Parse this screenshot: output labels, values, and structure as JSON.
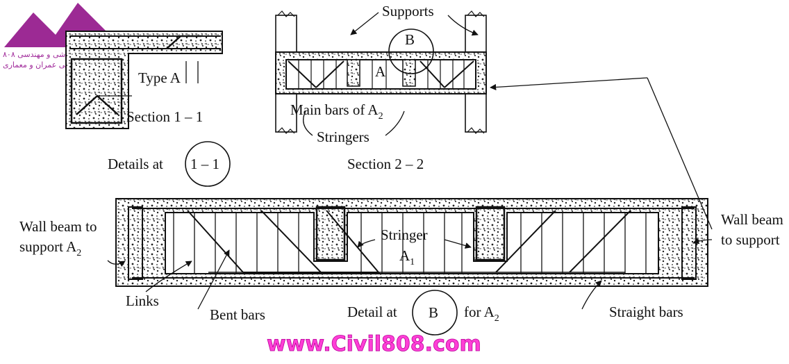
{
  "logo": {
    "line1": "مجموعه آموزشی و مهندسی ۸۰۸",
    "line2": "آموزشهای تخصصی عمران و معماری",
    "accent_color": "#9c2a94"
  },
  "top_left": {
    "type_label": "Type A",
    "section_label": "Section 1 – 1",
    "details_text": "Details at",
    "details_circle": "1 – 1"
  },
  "top_right": {
    "supports_label": "Supports",
    "circle_label": "B",
    "a_label": "A",
    "main_bars_text": "Main bars of A",
    "main_bars_sub": "2",
    "stringers_label": "Stringers",
    "section_label": "Section 2 – 2"
  },
  "bottom": {
    "wall_beam_left_line1": "Wall beam to",
    "wall_beam_left_line2": "support A",
    "wall_beam_left_sub": "2",
    "wall_beam_right_line1": "Wall beam",
    "wall_beam_right_line2": "to support",
    "stringer_label": "Stringer",
    "stringer_a": "A",
    "stringer_sub": "1",
    "links_label": "Links",
    "bent_bars_label": "Bent bars",
    "detail_text": "Detail at",
    "detail_circle": "B",
    "for_text": "for A",
    "for_sub": "2",
    "straight_bars_label": "Straight bars"
  },
  "watermark": {
    "text": "www.Civil808.com",
    "color": "#ff3fd6"
  }
}
